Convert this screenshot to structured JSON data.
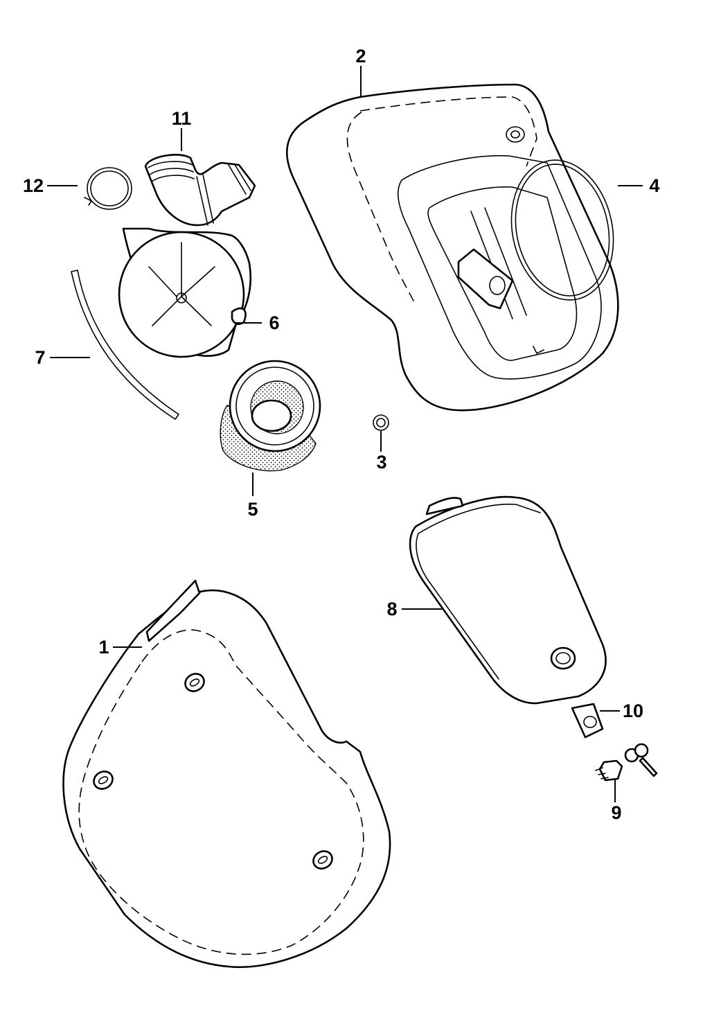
{
  "callouts": [
    {
      "id": "1",
      "text": "1"
    },
    {
      "id": "2",
      "text": "2"
    },
    {
      "id": "3",
      "text": "3"
    },
    {
      "id": "4",
      "text": "4"
    },
    {
      "id": "5",
      "text": "5"
    },
    {
      "id": "6",
      "text": "6"
    },
    {
      "id": "7",
      "text": "7"
    },
    {
      "id": "8",
      "text": "8"
    },
    {
      "id": "9",
      "text": "9"
    },
    {
      "id": "10",
      "text": "10"
    },
    {
      "id": "11",
      "text": "11"
    },
    {
      "id": "12",
      "text": "12"
    }
  ],
  "colors": {
    "line": "#000000",
    "background": "#ffffff"
  }
}
